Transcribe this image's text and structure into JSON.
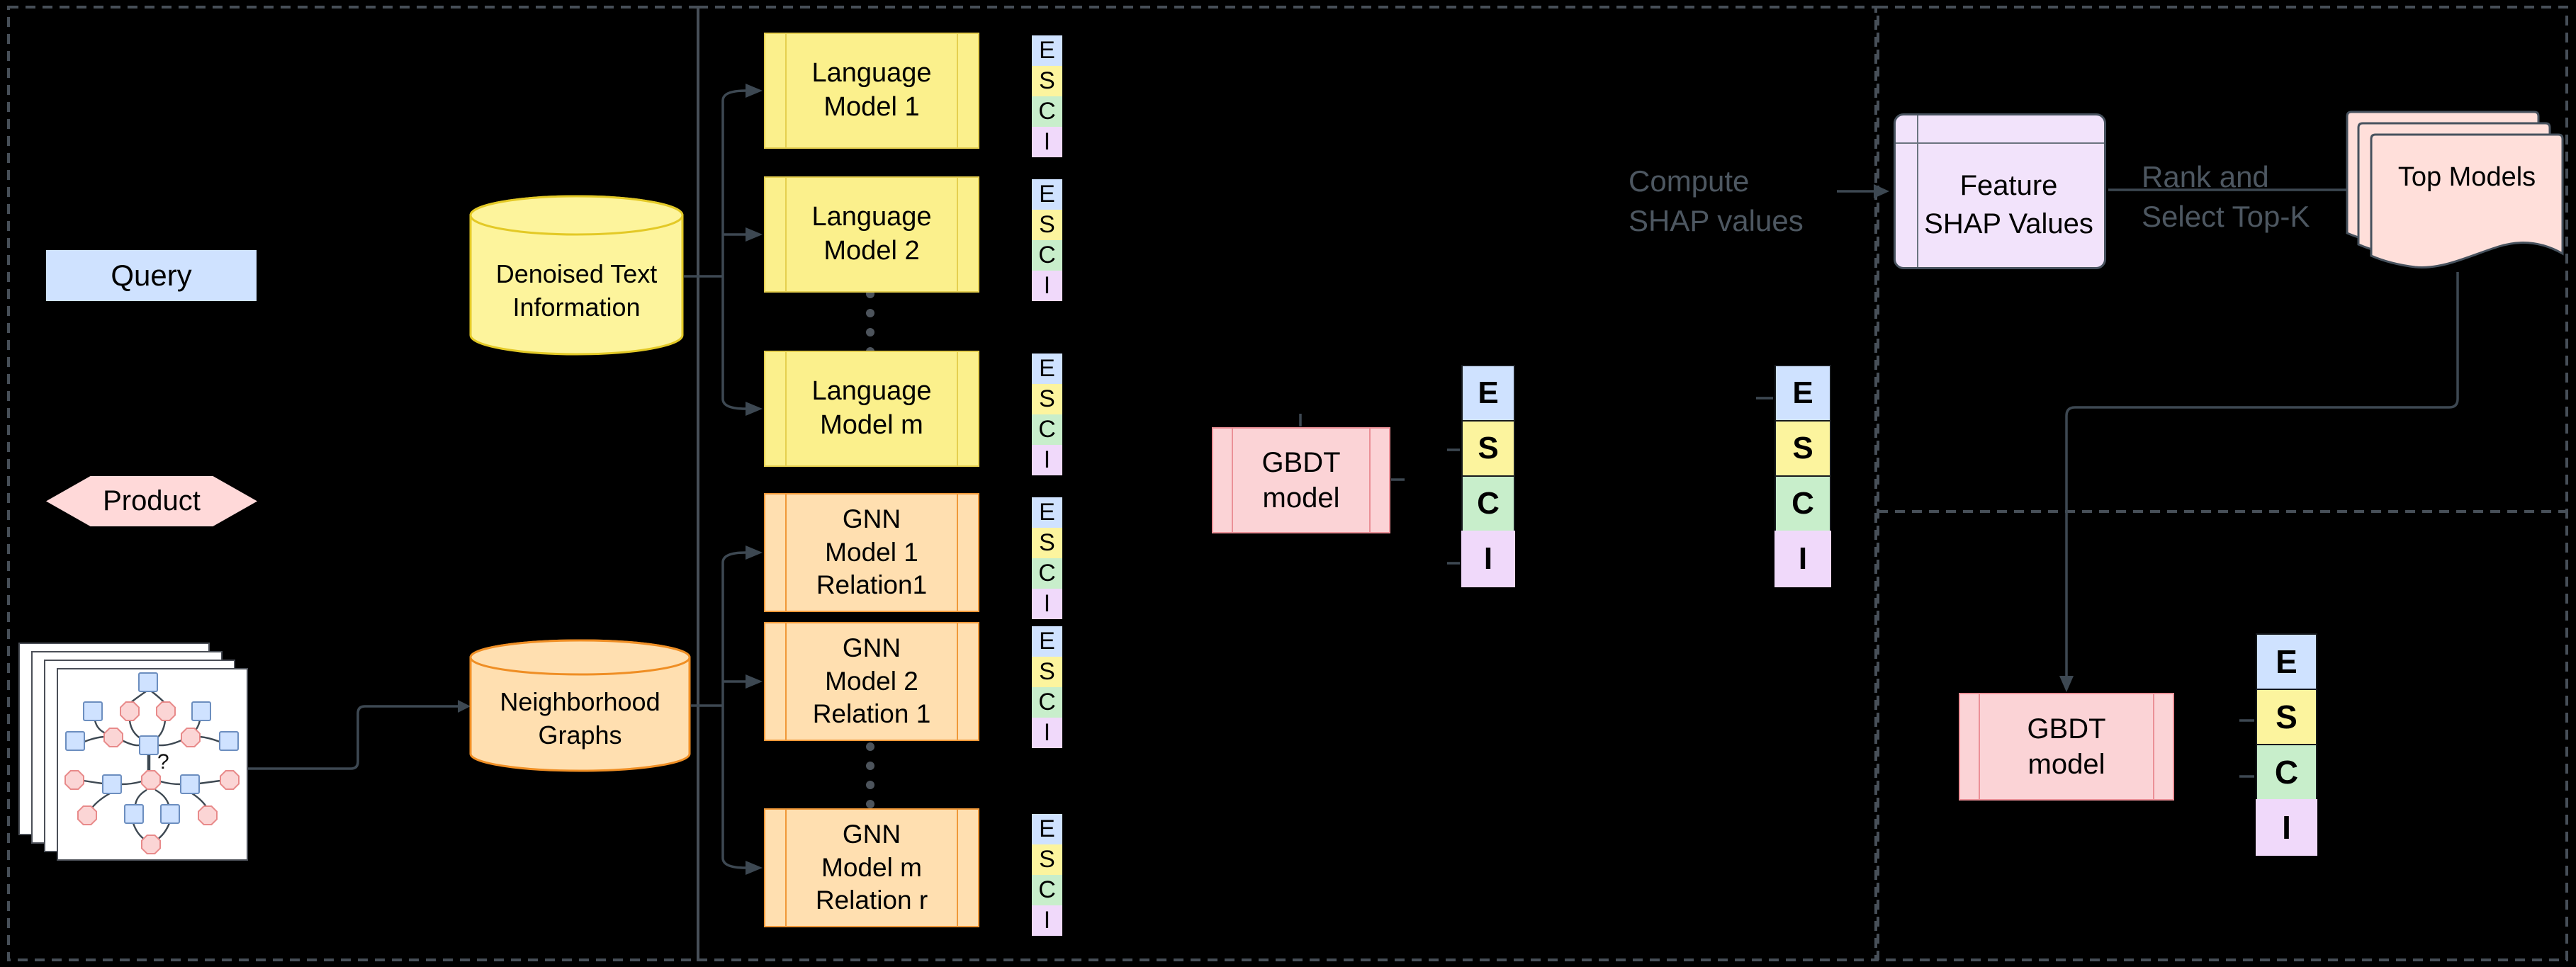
{
  "diagram_title": "ESCI multi-model SHAP feature-selection pipeline",
  "colors": {
    "background": "#000000",
    "panel_border": "#474f58",
    "arrow": "#3d4852",
    "esci_E": "#cfe2ff",
    "esci_S": "#fcf49e",
    "esci_C": "#c8eecb",
    "esci_I": "#f0d9fa",
    "lm_fill": "#fbf08c",
    "gnn_fill": "#ffdfb0",
    "gbdt_fill": "#fbd3d6",
    "query_fill": "#cfe2ff",
    "product_fill": "#ffd9d9",
    "denoised_fill": "#fdf49c",
    "neighborhood_fill": "#ffdfb0",
    "feature_card_fill": "#f2e3fb",
    "top_models_fill": "#ffdfda",
    "annotation_text": "#4d5761"
  },
  "left_panel": {
    "query_label": "Query",
    "product_label": "Product",
    "denoised_db_label": "Denoised Text\nInformation",
    "neighborhood_db_label": "Neighborhood\nGraphs",
    "graph_unknown_edge_label": "?"
  },
  "middle_panel": {
    "language_models": [
      {
        "label": "Language\nModel 1"
      },
      {
        "label": "Language\nModel 2"
      },
      {
        "label": "Language\nModel m"
      }
    ],
    "gnn_models": [
      {
        "label": "GNN\nModel 1\nRelation1"
      },
      {
        "label": "GNN\nModel 2\nRelation 1"
      },
      {
        "label": "GNN\nModel m\nRelation r"
      }
    ],
    "gbdt_label": "GBDT\nmodel",
    "esci_letters": [
      "E",
      "S",
      "C",
      "I"
    ],
    "compute_shap_label": "Compute\nSHAP values"
  },
  "right_panel": {
    "feature_shap_label": "Feature\nSHAP Values",
    "rank_select_label": "Rank and\nSelect Top-K",
    "top_models_label": "Top Models",
    "gbdt_label": "GBDT\nmodel",
    "esci_letters": [
      "E",
      "S",
      "C",
      "I"
    ]
  }
}
